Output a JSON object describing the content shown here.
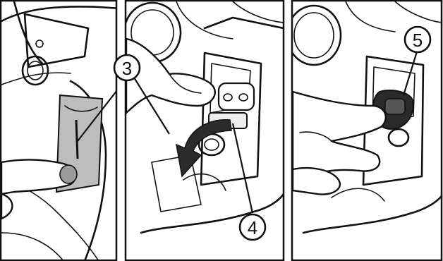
{
  "panels": [
    {
      "id": "step-3-press-latch",
      "callout": "3"
    },
    {
      "id": "step-3-4-open-cover",
      "callouts": [
        "4"
      ]
    },
    {
      "id": "step-5-insert-cartridge",
      "callout": "5"
    }
  ],
  "colors": {
    "line": "#111111",
    "panel_fill": "#bdbdbd",
    "cartridge": "#2a2a2a",
    "arrow": "#2b2b2b",
    "background": "#ffffff"
  },
  "icons": [
    "curved-arrow-icon"
  ]
}
